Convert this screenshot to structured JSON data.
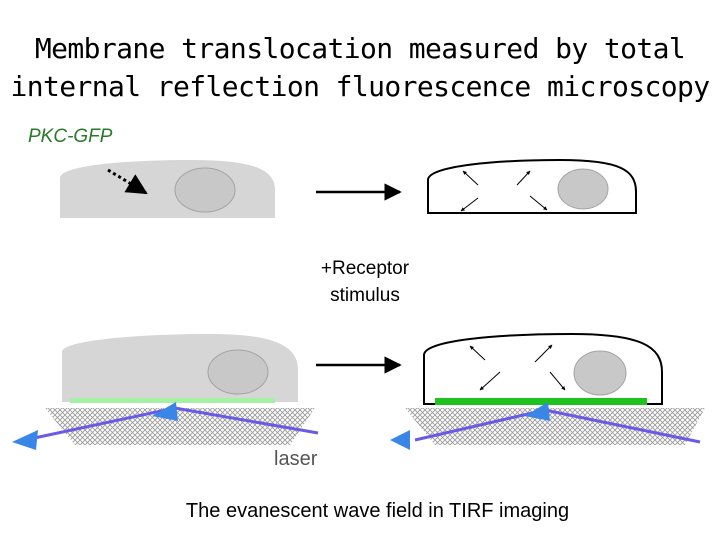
{
  "title": {
    "line1": "Membrane translocation measured by total",
    "line2": "internal reflection fluorescence microscopy"
  },
  "labels": {
    "pkc_gfp": "PKC-GFP",
    "stimulus_line1": "+Receptor",
    "stimulus_line2": "stimulus",
    "laser": "laser",
    "caption": "The evanescent wave field in TIRF imaging"
  },
  "colors": {
    "cytosol_gray": "#d6d6d6",
    "nucleus_gray": "#c8c8c8",
    "fluorescence_green_dim": "#a6f0a6",
    "fluorescence_green_bright": "#1fc21f",
    "laser_blue": "#6a5ae8",
    "arrowhead_blue": "#3a86e6",
    "pkc_label_green": "#2a7a2a"
  }
}
